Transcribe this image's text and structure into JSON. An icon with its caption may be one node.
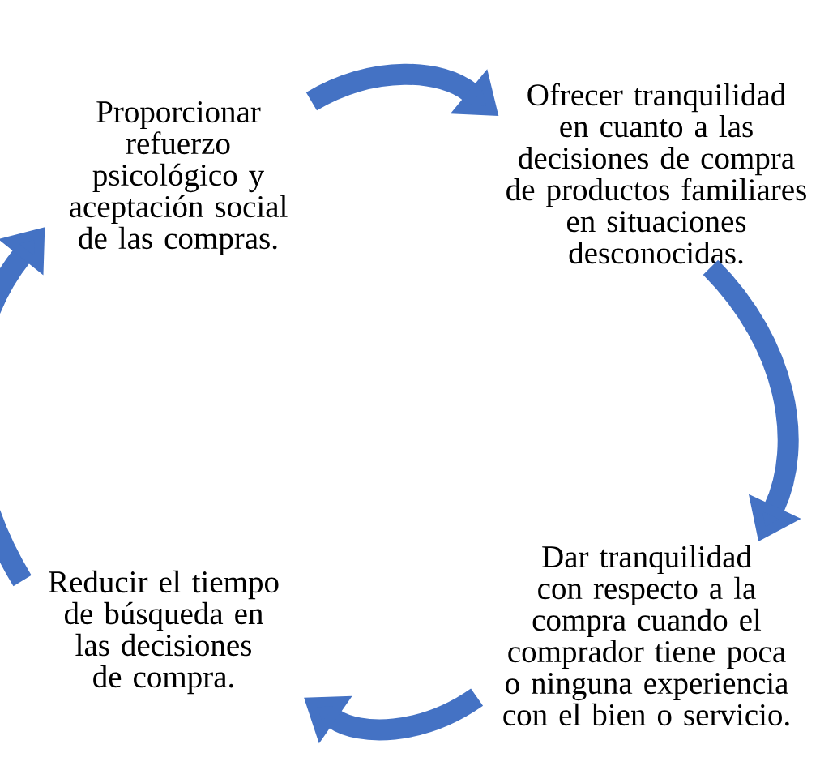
{
  "diagram": {
    "nodes": [
      {
        "text": [
          "Ofrecer tranquilidad en cuanto a las decisiones de compra de productos familiares en situaciones desconocidas."
        ]
      },
      {
        "text": [
          "Dar tranquilidad con respecto a la compra cuando el comprador tiene poca o ninguna experiencia con el bien o servicio."
        ]
      },
      {
        "text": [
          "Reducir el tiempo de búsqueda en las decisiones de compra."
        ]
      },
      {
        "text": [
          "Proporcionar refuerzo psicológico y aceptación social de las compras."
        ]
      }
    ],
    "edges": [
      {
        "from": 0,
        "to": 1,
        "arrow": "to"
      },
      {
        "from": 1,
        "to": 2,
        "arrow": "to"
      },
      {
        "from": 2,
        "to": 3,
        "arrow": "to"
      },
      {
        "from": 3,
        "to": 0,
        "arrow": "to"
      }
    ]
  }
}
